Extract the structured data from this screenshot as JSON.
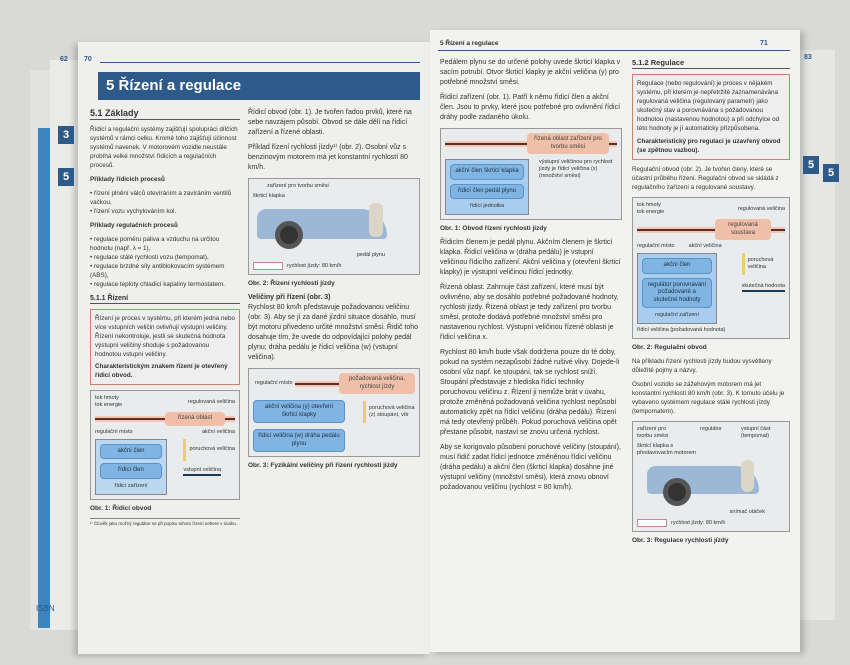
{
  "left_page": {
    "page_numbers": [
      "62",
      "70"
    ],
    "side_tabs": [
      "3",
      "5"
    ],
    "chapter_title": "5 Řízení a regulace",
    "section_51": "5.1 Základy",
    "intro": "Řídicí a regulační systémy zajišťují spolupráci dílčích systémů v rámci celku. Kromě toho zajišťují účinnost systémů navenek. V motorovém vozidle neustále probíhá velké množství řídicích a regulačních procesů.",
    "control_examples_heading": "Příklady řídicích procesů",
    "control_examples": [
      "řízení plnění válců otevíráním a zavíráním ventilů vačkou,",
      "řízení vozu vychylováním kol."
    ],
    "regulation_examples_heading": "Příklady regulačních procesů",
    "regulation_examples": [
      "regulace poměru paliva a vzduchu na určitou hodnotu (např. λ = 1),",
      "regulace stálé rychlosti vozu (tempomat),",
      "regulace brzdné síly antiblokovacím systémem (ABS),",
      "regulace teploty chladicí kapaliny termostatem."
    ],
    "circuit_text": "Řídicí obvod (obr. 1). Je tvořen řadou prvků, které na sebe navzájem působí. Obvod se dále dělí na řídicí zařízení a řízené oblasti.",
    "example_text": "Příklad řízení rychlosti jízdy¹⁾ (obr. 2). Osobní vůz s benzinovým motorem má jet konstantní rychlostí 80 km/h.",
    "fig2": {
      "labels": [
        "zařízení pro tvorbu směsi",
        "škrticí klapka",
        "pedál plynu",
        "rychlost jízdy: 80 km/h"
      ],
      "caption": "Obr. 2: Řízení rychlosti jízdy"
    },
    "section_511": "5.1.1 Řízení",
    "definition_box": "Řízení je proces v systému, při kterém jedna nebo více vstupních veličin ovlivňují výstupní veličiny. Řízení nekontroluje, jestli se skutečná hodnota výstupní veličiny shoduje s požadovanou hodnotou vstupní veličiny.",
    "definition_box_bold": "Charakteristickým znakem řízení je otevřený řídicí obvod.",
    "quantities_heading": "Veličiny při řízení (obr. 3)",
    "quantities_text": "Rychlost 80 km/h představuje požadovanou veličinu (obr. 3). Aby se jí za dané jízdní situace dosáhlo, musí být motoru přivedeno určité množství směsi. Řidič toho dosahuje tím, že uvede do odpovídající polohy pedál plynu; dráha pedálu je řídicí veličina (w) (vstupní veličina).",
    "fig1": {
      "labels": [
        "tok hmoty",
        "tok energie",
        "regulovaná veličina",
        "řízená oblast",
        "regulační místo",
        "akční veličina",
        "akční člen",
        "poruchová veličina",
        "řídicí člen",
        "vstupní veličina",
        "řídicí zařízení"
      ],
      "caption": "Obr. 1: Řídicí obvod"
    },
    "fig3": {
      "labels": [
        "regulační místo",
        "požadovaná veličina, rychlost jízdy",
        "akční veličina (y) otevření škrticí klapky",
        "poruchová veličina (z) stoupání, vítr",
        "řídicí veličina (w) dráha pedálu plynu"
      ],
      "caption": "Obr. 3: Fyzikální veličiny při řízení rychlosti jízdy"
    },
    "footnote": "¹⁾ Člověk jako možný regulátor se při popisu tohoto řízení nebere v úvahu.",
    "isbn": "ISBN"
  },
  "right_page": {
    "running_header": "5 Řízení a regulace",
    "page_numbers": [
      "71",
      "83"
    ],
    "side_tabs": [
      "5",
      "5"
    ],
    "para1": "Pedálem plynu se do určené polohy uvede škrticí klapka v sacím potrubí. Otvor škrticí klapky je akční veličina (y) pro potřebné množství směsi.",
    "para2": "Řídicí zařízení (obr. 1). Patří k němu řídicí člen a akční člen. Jsou to prvky, které jsou potřebné pro ovlivnění řídicí dráhy podle zadaného úkolu.",
    "fig1": {
      "labels": [
        "řízená oblast zařízení pro tvorbu směsi",
        "akční člen škrticí klapka",
        "řídicí člen pedál plynu",
        "řídicí jednotka",
        "výstupní veličinou pro rychlost jízdy je řídicí veličina (x) (množství směsi)"
      ],
      "caption": "Obr. 1: Obvod řízení rychlosti jízdy"
    },
    "para3": "Řídicím členem je pedál plynu. Akčním členem je škrticí klapka. Řídicí veličina w (dráha pedálu) je vstupní veličinou řídicího zařízení. Akční veličina y (otevření škrticí klapky) je výstupní veličinou řídicí jednotky.",
    "para4": "Řízená oblast. Zahrnuje část zařízení, které musí být ovlivněno, aby se dosáhlo potřebné požadované hodnoty, rychlosti jízdy. Řízená oblast je tedy zařízení pro tvorbu směsi, protože dodává potřebné množství směsi pro nastavenou rychlost. Výstupní veličinou řízené oblasti je řídicí veličina x.",
    "para5": "Rychlost 80 km/h bude však dodržena pouze do té doby, pokud na systém nezapůsobí žádné rušivé vlivy. Dojede-li osobní vůz např. ke stoupání, tak se rychlost sníží. Stoupání představuje z hlediska řídicí techniky poruchovou veličinu z. Řízení ji nemůže brát v úvahu, protože změněná požadovaná veličina rychlost nepůsobí automaticky zpět na řídicí veličinu (dráha pedálu). Řízení má tedy otevřený průběh. Pokud poruchová veličina opět přestane působit, nastaví se znovu určená rychlost.",
    "para6": "Aby se korigovalo působení poruchové veličiny (stoupání), musí řidič zadat řídicí jednotce změněnou řídicí veličinu (dráha pedálu) a akční člen (škrticí klapka) dosáhne jiné výstupní veličiny (množství směsi), která znovu obnoví požadovanou veličinu (rychlost = 80 km/h).",
    "section_512": "5.1.2 Regulace",
    "reg_box": "Regulace (nebo regulování) je proces v nějakém systému, při kterém je nepřetržitě zaznamenávána regulovaná veličina (regulovaný parametr) jako skutečný stav a porovnávána s požadovanou hodnotou (nastavenou hodnotou) a při odchylce od této hodnoty je jí automaticky přizpůsobena.",
    "reg_box_bold": "Charakteristický pro regulaci je uzavřený obvod (se zpětnou vazbou).",
    "reg_circuit": "Regulační obvod (obr. 2). Je tvořen členy, které se účastní průběhu řízení. Regulační obvod se skládá z regulačního zařízení a regulované soustavy.",
    "fig2": {
      "labels": [
        "tok hmoty",
        "tok energie",
        "regulovaná veličina",
        "regulovaná soustava",
        "regulační místo",
        "akční veličina",
        "akční člen",
        "poruchová veličina",
        "regulátor porovnávání požadované a skutečné hodnoty",
        "skutečná hodnota",
        "regulační zařízení",
        "řídicí veličina (požadovaná hodnota)"
      ],
      "caption": "Obr. 2: Regulační obvod"
    },
    "para7": "Na příkladu řízení rychlosti jízdy budou vysvětleny důležité pojmy a názvy.",
    "para8": "Osobní vozidlo se zážehovým motorem má jet konstantní rychlostí 80 km/h (obr. 3). K tomuto účelu je vybaveno systémem regulace stálé rychlosti jízdy (tempomatem).",
    "fig3": {
      "labels": [
        "zařízení pro tvorbu směsi",
        "regulátor",
        "vstupní část (tempomat)",
        "škrticí klapka s přestavovacím motorem",
        "snímač otáček",
        "rychlost jízdy: 80 km/h"
      ],
      "caption": "Obr. 3: Regulace rychlosti jízdy"
    }
  },
  "colors": {
    "banner": "#2d5a88",
    "box_border": "#c9826c",
    "blue": "#7fb4e3",
    "pink": "#efbfa8"
  }
}
